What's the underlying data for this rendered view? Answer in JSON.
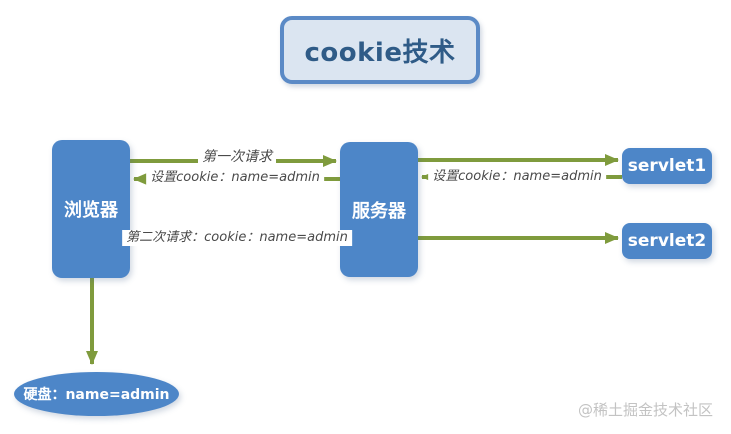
{
  "title": {
    "text": "cookie技术"
  },
  "nodes": {
    "browser": {
      "label": "浏览器"
    },
    "server": {
      "label": "服务器"
    },
    "servlet1": {
      "label": "servlet1"
    },
    "servlet2": {
      "label": "servlet2"
    },
    "disk": {
      "label": "硬盘：name=admin"
    }
  },
  "edges": [
    {
      "from": "浏览器",
      "to": "服务器",
      "label": "第一次请求"
    },
    {
      "from": "服务器",
      "to": "浏览器",
      "label": "设置cookie：name=admin"
    },
    {
      "from": "浏览器",
      "to": "服务器",
      "label": "第二次请求：cookie：name=admin"
    },
    {
      "from": "服务器",
      "to": "servlet1",
      "label": ""
    },
    {
      "from": "servlet1",
      "to": "服务器",
      "label": "设置cookie：name=admin"
    },
    {
      "from": "服务器",
      "to": "servlet2",
      "label": ""
    },
    {
      "from": "浏览器",
      "to": "硬盘",
      "label": ""
    }
  ],
  "watermark": "@稀土掘金技术社区",
  "colors": {
    "node_fill": "#4d86c8",
    "arrow": "#7f9b3d",
    "title_fill": "#dbe5f1",
    "title_border": "#5b8ac6",
    "title_text": "#2f5b87",
    "label_text": "#4a4a4a",
    "watermark": "#c3c3c3"
  }
}
